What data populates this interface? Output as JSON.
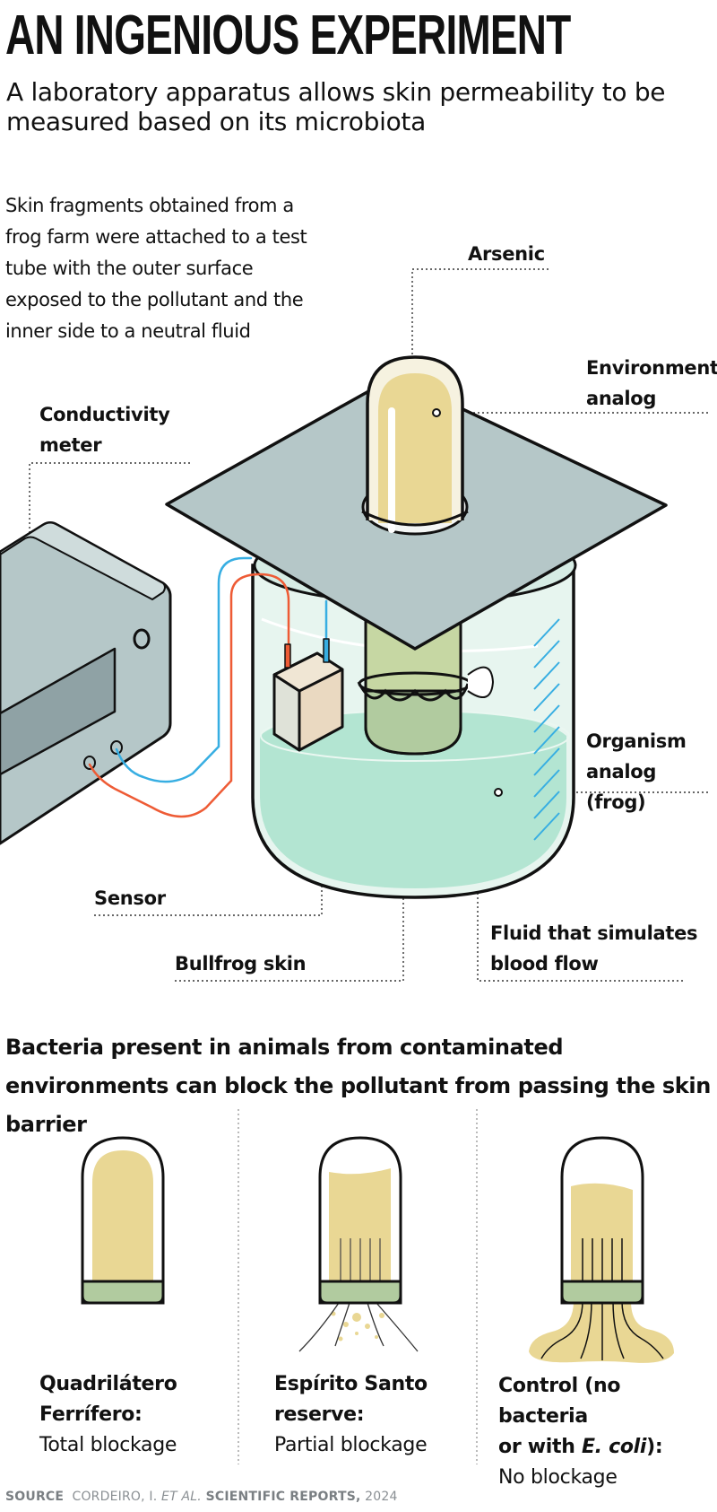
{
  "header": {
    "title": "AN INGENIOUS EXPERIMENT",
    "subtitle": "A laboratory apparatus allows skin permeability to be measured based on its microbiota"
  },
  "apparatus": {
    "intro": "Skin fragments obtained from a frog farm were attached to a test tube with the outer surface exposed to the pollutant and the inner side to a neutral fluid",
    "labels": {
      "arsenic": "Arsenic",
      "environment_analog": "Environment analog",
      "conductivity_meter": "Conductivity meter",
      "organism_analog": "Organism analog (frog)",
      "sensor": "Sensor",
      "bullfrog_skin": "Bullfrog skin",
      "fluid": "Fluid that simulates blood flow"
    }
  },
  "results": {
    "heading": "Bacteria present in animals from contaminated environments can block the pollutant from passing the skin barrier",
    "cases": [
      {
        "title_line1": "Quadrilátero",
        "title_line2": "Ferrífero:",
        "result": "Total blockage"
      },
      {
        "title_line1": "Espírito Santo",
        "title_line2": "reserve:",
        "result": "Partial blockage"
      },
      {
        "title_line1": "Control (no bacteria",
        "title_line2_pre": "or with ",
        "title_line2_em": "E. coli",
        "title_line2_post": "):",
        "result": "No blockage"
      }
    ]
  },
  "source": {
    "label": "SOURCE",
    "authors": "CORDEIRO, I.",
    "etal": "ET AL.",
    "journal": "SCIENTIFIC REPORTS,",
    "year": "2024"
  },
  "colors": {
    "arsenic_yellow": "#e9d794",
    "tray_gray": "#b5c7c8",
    "fluid_green": "#b3e5d2",
    "skin_green": "#b1cb9f",
    "wire_red": "#ee5b35",
    "wire_blue": "#37aee2"
  }
}
